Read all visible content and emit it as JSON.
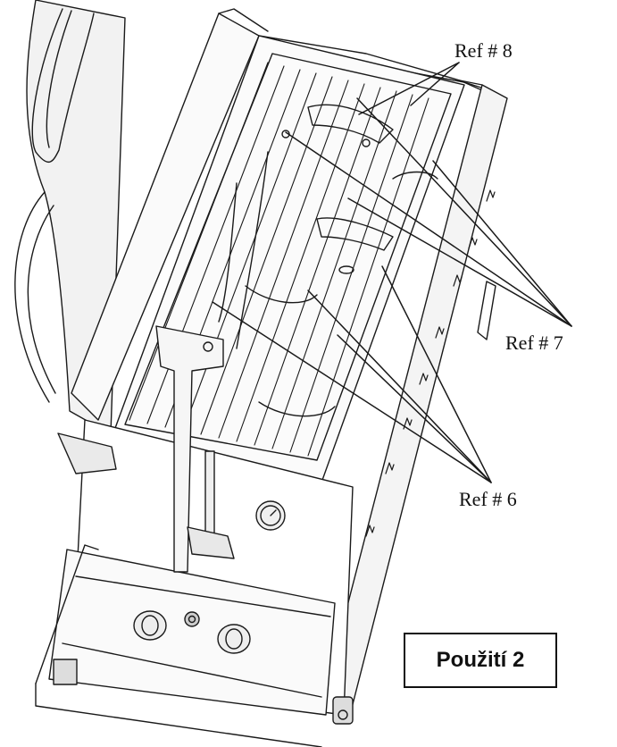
{
  "callouts": {
    "ref8": "Ref # 8",
    "ref7": "Ref # 7",
    "ref6": "Ref # 6"
  },
  "usage_label": "Použití 2",
  "colors": {
    "line": "#1a1a1a",
    "shade": "#e9e9e9",
    "paper": "#ffffff"
  }
}
